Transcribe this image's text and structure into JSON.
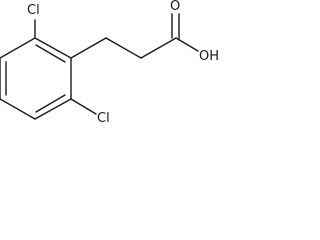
{
  "structure": {
    "atoms": {
      "cl_top": "Cl",
      "cl_bottom": "Cl",
      "carbonyl_o": "O",
      "hydroxyl": "OH"
    },
    "colors": {
      "bond": "#1a1a1a",
      "background": "#ffffff"
    }
  }
}
